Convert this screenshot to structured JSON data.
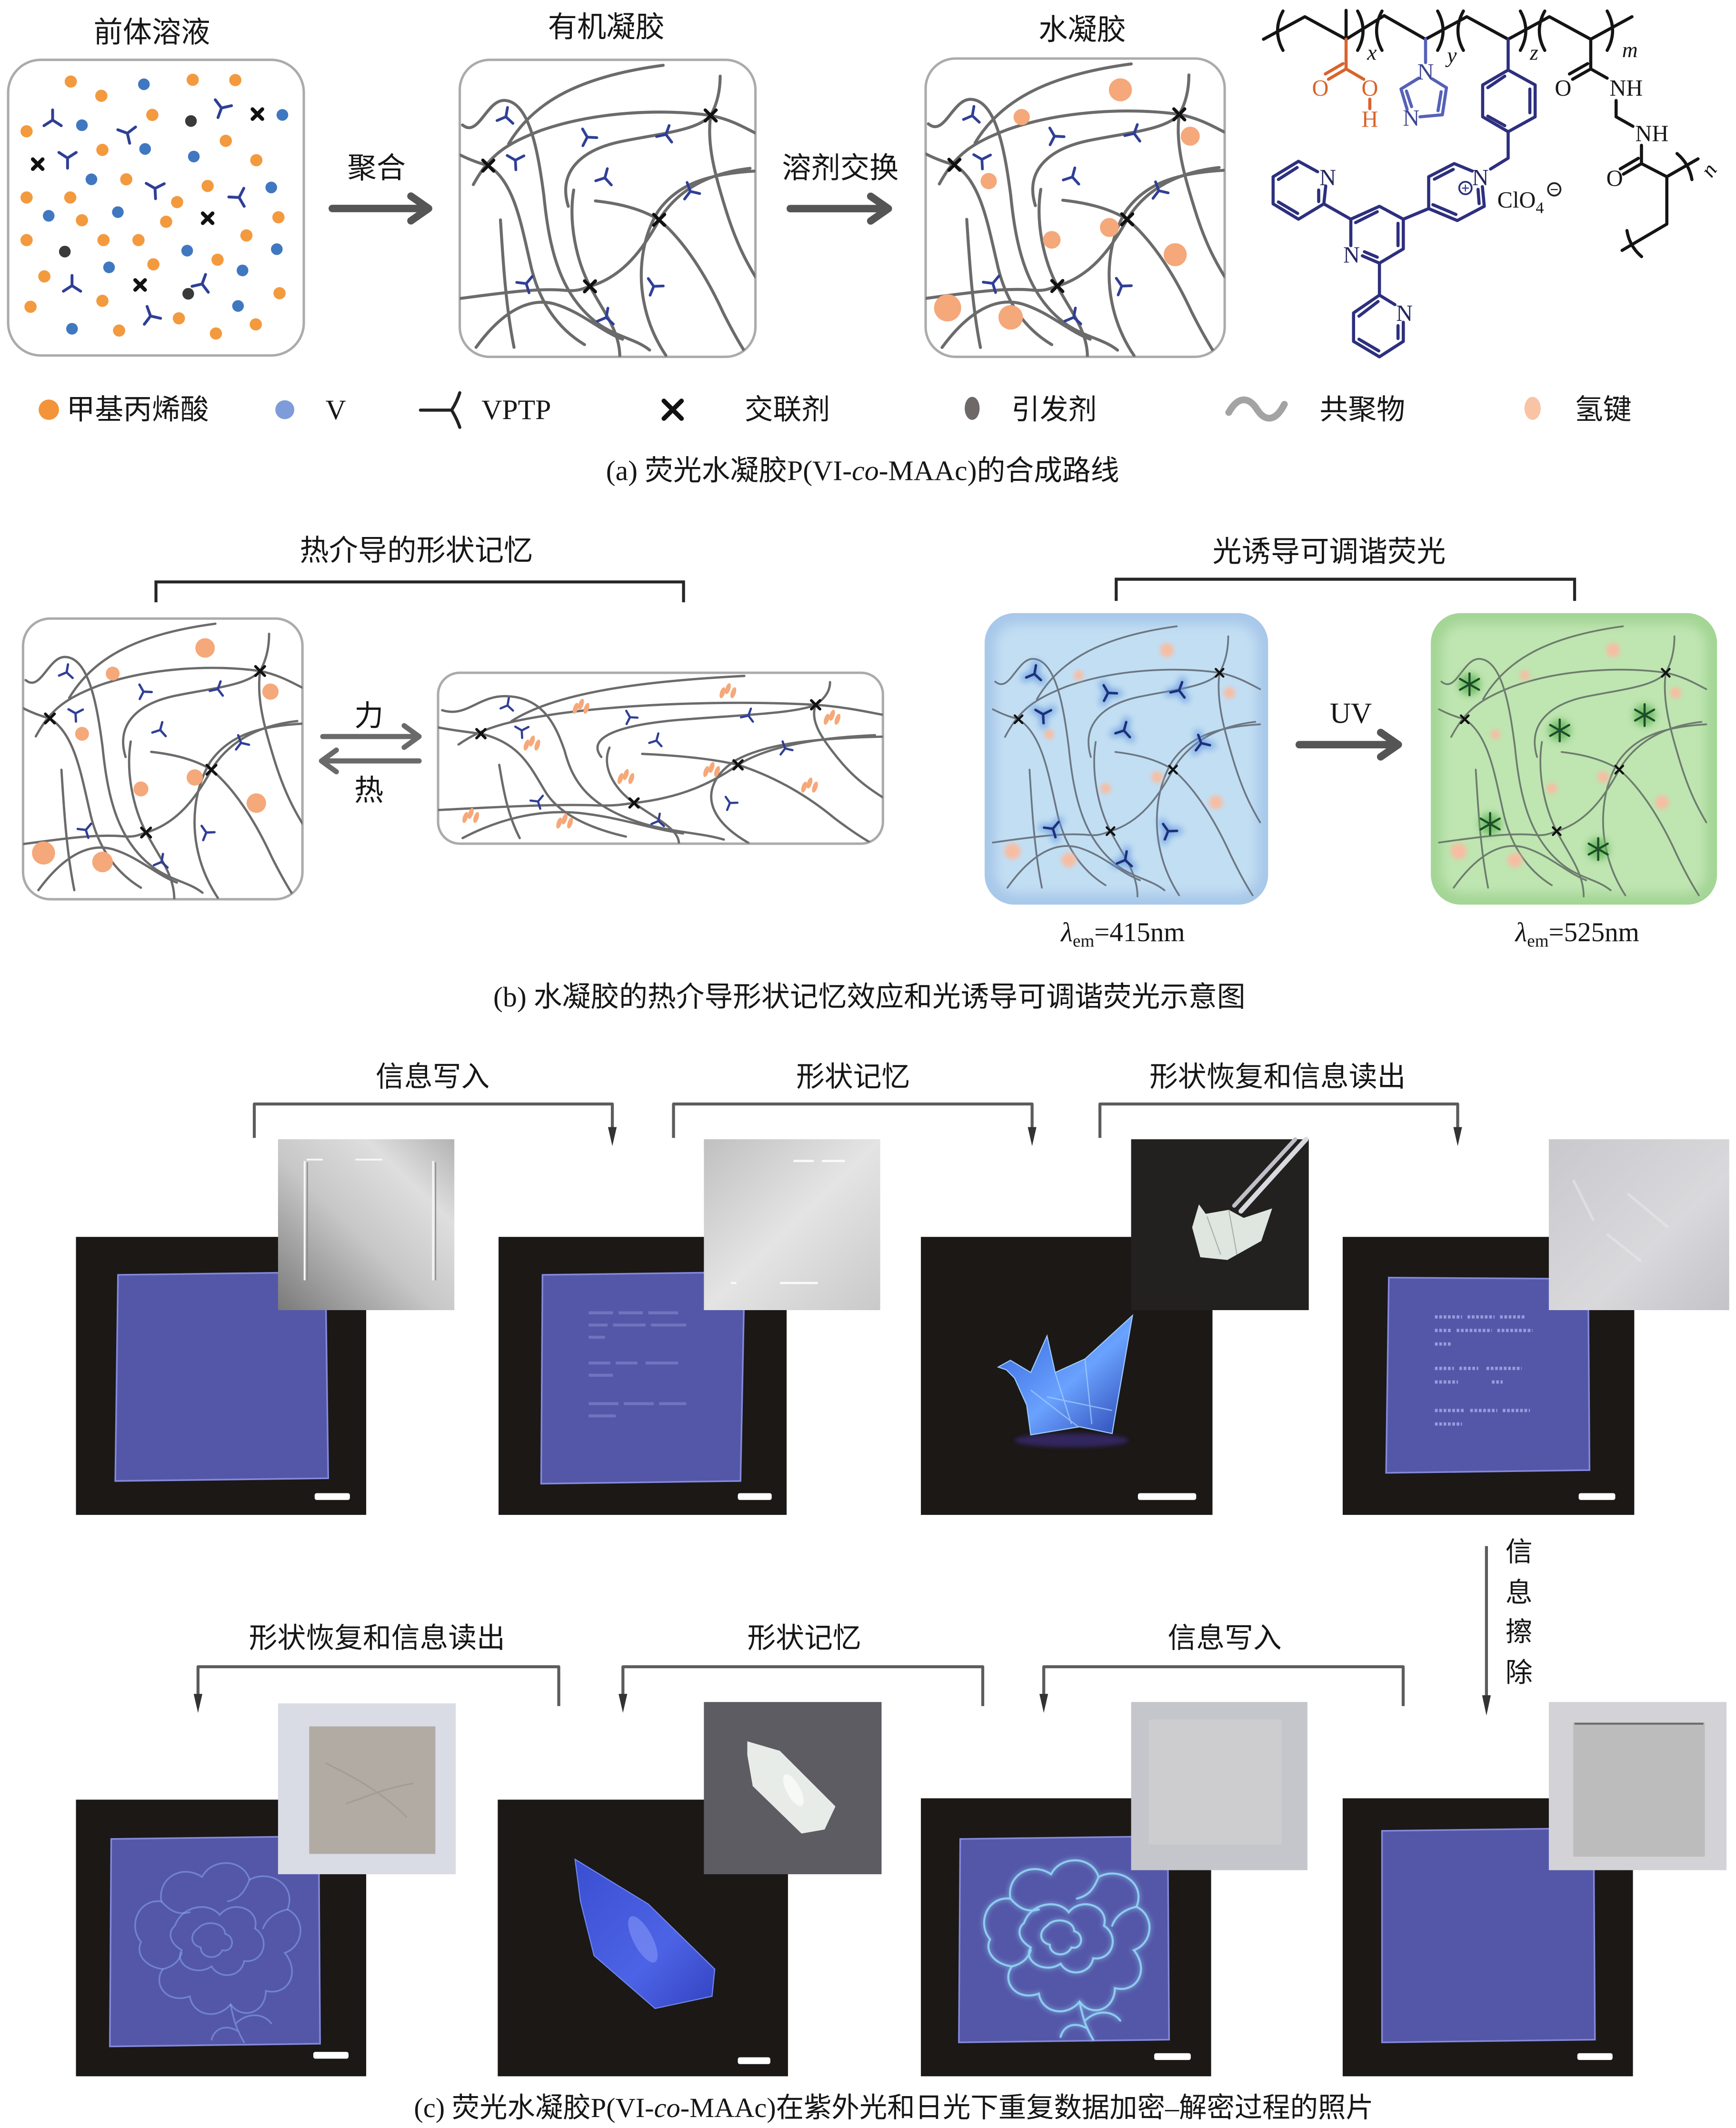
{
  "panel_a": {
    "stages": [
      "前体溶液",
      "有机凝胶",
      "水凝胶"
    ],
    "arrows": [
      "聚合",
      "溶剂交换"
    ],
    "structure": {
      "subscripts": [
        "x",
        "y",
        "z",
        "m",
        "n"
      ],
      "carboxyl": {
        "o_double": "O",
        "o_hydroxyl": "O",
        "h": "H"
      },
      "imidazole": {
        "n1": "N",
        "n3": "N"
      },
      "pyridinium_n": "N",
      "terpyridine": {
        "n_left": "N",
        "n_center": "N",
        "n_bottom": "N"
      },
      "amide": {
        "o_upper": "O",
        "nh_upper": "NH",
        "nh_lower": "NH",
        "o_lower": "O"
      },
      "cation_charge": "+",
      "counter_ion": "ClO",
      "counter_ion_subscript": "4",
      "anion_charge": "−"
    },
    "legend": [
      {
        "label": "甲基丙烯酸",
        "icon": "orange-dot-icon"
      },
      {
        "label": "V",
        "icon": "blue-dot-icon"
      },
      {
        "label": "VPTP",
        "icon": "vptp-branch-icon"
      },
      {
        "label": "交联剂",
        "icon": "crosslinker-x-icon"
      },
      {
        "label": "引发剂",
        "icon": "initiator-dot-icon"
      },
      {
        "label": "共聚物",
        "icon": "copolymer-wave-icon"
      },
      {
        "label": "氢键",
        "icon": "hydrogen-bond-dot-icon"
      }
    ],
    "caption": {
      "before": "(a) 荧光水凝胶P(VI-",
      "italic": "co",
      "after": "-MAAc)的合成路线"
    }
  },
  "panel_b": {
    "shape_memory_title": "热介导的形状记忆",
    "forward_label": "力",
    "reverse_label": "热",
    "fluorescence_title": "光诱导可调谐荧光",
    "uv_label": "UV",
    "emission_before": {
      "symbol": "λ",
      "sub": "em",
      "value": "=415nm"
    },
    "emission_after": {
      "symbol": "λ",
      "sub": "em",
      "value": "=525nm"
    },
    "caption": "(b) 水凝胶的热介导形状记忆效应和光诱导可调谐荧光示意图"
  },
  "panel_c": {
    "row1_steps": [
      "信息写入",
      "形状记忆",
      "形状恢复和信息读出"
    ],
    "erase_label": [
      "信",
      "息",
      "擦",
      "除"
    ],
    "row2_steps": [
      "形状恢复和信息读出",
      "形状记忆",
      "信息写入"
    ],
    "photos": [
      {
        "uv_view": "flat-gel-sheet",
        "daylight_inset": "sheet-with-written-frame"
      },
      {
        "uv_view": "gel-with-faint-text",
        "daylight_inset": "sheet-with-marks"
      },
      {
        "uv_view": "origami-crane",
        "daylight_inset": "crane-held-by-tweezers"
      },
      {
        "uv_view": "gel-with-text-readout",
        "daylight_inset": "flat-sheet"
      },
      {
        "uv_view": "gel-with-flower-readout",
        "daylight_inset": "framed-sheet"
      },
      {
        "uv_view": "origami-boat",
        "daylight_inset": "boat"
      },
      {
        "uv_view": "gel-with-flower-pattern",
        "daylight_inset": "flat-sheet"
      },
      {
        "uv_view": "blank-flat-gel",
        "daylight_inset": "framed-sheet"
      }
    ],
    "caption": {
      "before": "(c) 荧光水凝胶P(VI-",
      "italic": "co",
      "after": "-MAAc)在紫外光和日光下重复数据加密–解密过程的照片"
    }
  },
  "colors": {
    "methacrylic_acid": "#f39a3e",
    "v_monomer": "#3f78c0",
    "v_legend": "#7d9cd9",
    "vptp": "#2f3f96",
    "crosslinker": "#111111",
    "initiator": "#3a3a3a",
    "initiator_legend": "#6e6868",
    "copolymer": "#6b6b6b",
    "hydrogen_bond": "#f5a87a",
    "hydrogen_bond_legend": "#f9c4a5",
    "carboxyl_group": "#d8642c",
    "imidazole_group": "#5661b8",
    "terpyridine_group": "#2d2f7e",
    "uv_blue_state": "#c2def3",
    "uv_green_state": "#bfe5b1",
    "gel_fluorescence": "#5457a8"
  }
}
